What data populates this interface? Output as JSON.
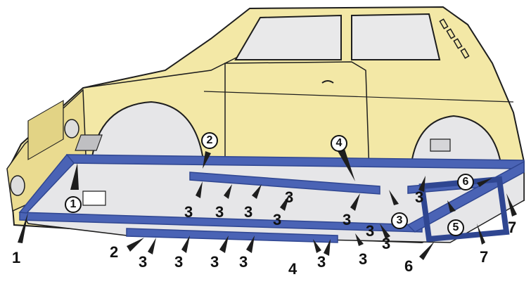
{
  "colors": {
    "body": "#f3e8a6",
    "body_shade": "#e4d68a",
    "outline": "#1e1e1e",
    "member": "#4a63b5",
    "member_dark": "#2f4691",
    "floor": "#e6e6e8",
    "window": "#e9e9ea",
    "background": "#ffffff"
  },
  "labels": [
    {
      "id": "l1a",
      "text": "1",
      "style": "circled"
    },
    {
      "id": "l1b",
      "text": "1",
      "style": "plain"
    },
    {
      "id": "l2a",
      "text": "2",
      "style": "circled"
    },
    {
      "id": "l2b",
      "text": "2",
      "style": "plain"
    },
    {
      "id": "l3a",
      "text": "3",
      "style": "plain"
    },
    {
      "id": "l3b",
      "text": "3",
      "style": "plain"
    },
    {
      "id": "l3c",
      "text": "3",
      "style": "plain"
    },
    {
      "id": "l3d",
      "text": "3",
      "style": "plain"
    },
    {
      "id": "l3e",
      "text": "3",
      "style": "plain"
    },
    {
      "id": "l3f",
      "text": "3",
      "style": "plain"
    },
    {
      "id": "l3g",
      "text": "3",
      "style": "plain"
    },
    {
      "id": "l3h",
      "text": "3",
      "style": "plain"
    },
    {
      "id": "l3i",
      "text": "3",
      "style": "plain"
    },
    {
      "id": "l3j",
      "text": "3",
      "style": "plain"
    },
    {
      "id": "l3k",
      "text": "3",
      "style": "plain"
    },
    {
      "id": "l3l",
      "text": "3",
      "style": "plain"
    },
    {
      "id": "l3m",
      "text": "3",
      "style": "plain"
    },
    {
      "id": "l3n",
      "text": "3",
      "style": "plain"
    },
    {
      "id": "l3o",
      "text": "3",
      "style": "plain"
    },
    {
      "id": "l3p",
      "text": "3",
      "style": "plain"
    },
    {
      "id": "l4a",
      "text": "4",
      "style": "circled"
    },
    {
      "id": "l4b",
      "text": "4",
      "style": "plain"
    },
    {
      "id": "l5",
      "text": "5",
      "style": "circled"
    },
    {
      "id": "l6a",
      "text": "6",
      "style": "circled"
    },
    {
      "id": "l6b",
      "text": "6",
      "style": "plain"
    },
    {
      "id": "l7a",
      "text": "7",
      "style": "plain"
    },
    {
      "id": "l7b",
      "text": "7",
      "style": "plain"
    }
  ]
}
